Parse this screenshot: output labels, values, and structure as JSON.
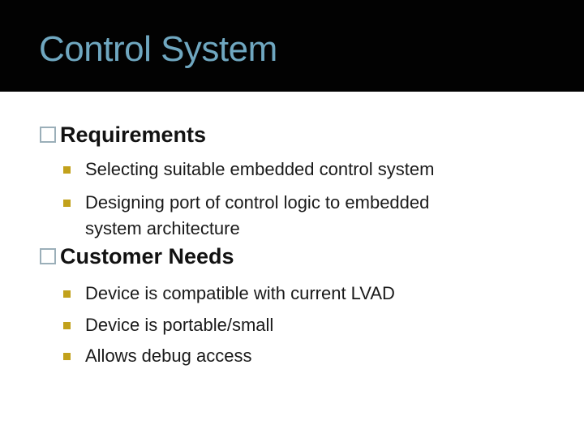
{
  "slide": {
    "title": "Control System",
    "sections": [
      {
        "heading": "Requirements",
        "bullets": [
          "Selecting suitable embedded control system",
          "Designing port of control logic to embedded\nsystem architecture"
        ]
      },
      {
        "heading": "Customer Needs",
        "bullets": [
          "Device is compatible with current LVAD",
          "Device is portable/small",
          "Allows debug access"
        ]
      }
    ],
    "colors": {
      "header_background": "#020202",
      "title_text": "#6FA7C0",
      "heading_bullet_border": "#9BAFB9",
      "sub_bullet_fill": "#C2A11B",
      "body_text": "#1a1a1a",
      "slide_background": "#ffffff"
    }
  }
}
